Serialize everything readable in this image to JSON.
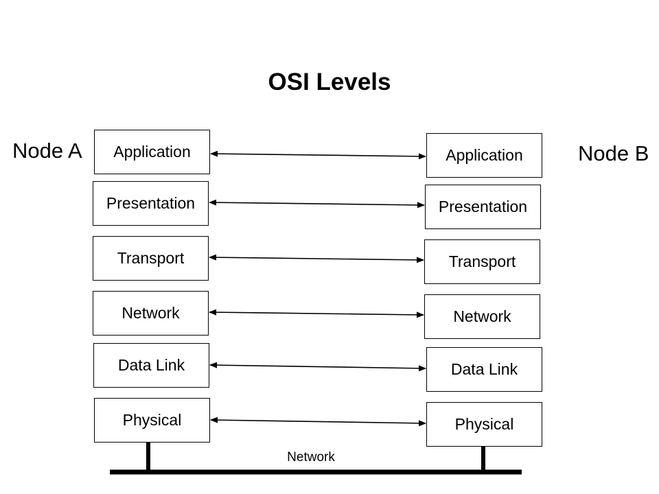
{
  "title": "OSI Levels",
  "node_a": {
    "label": "Node A"
  },
  "node_b": {
    "label": "Node B"
  },
  "layers": [
    {
      "key": "application",
      "left": "Application",
      "right": "Application"
    },
    {
      "key": "presentation",
      "left": "Presentation",
      "right": "Presentation"
    },
    {
      "key": "transport",
      "left": "Transport",
      "right": "Transport"
    },
    {
      "key": "network",
      "left": "Network",
      "right": "Network"
    },
    {
      "key": "data-link",
      "left": "Data Link",
      "right": "Data Link"
    },
    {
      "key": "physical",
      "left": "Physical",
      "right": "Physical"
    }
  ],
  "network_label": "Network"
}
